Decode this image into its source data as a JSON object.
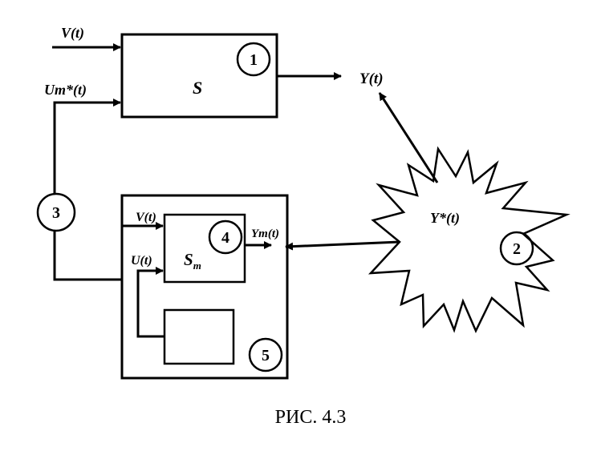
{
  "diagram": {
    "labels": {
      "v_input_top": "V(t)",
      "u_star_input": "Um*(t)",
      "y_output": "Y(t)",
      "system_s": "S",
      "y_star": "Y*(t)",
      "v_input_inner": "V(t)",
      "u_input_inner": "U(t)",
      "model_s_main": "S",
      "model_s_sub": "m",
      "ym_output": "Ym(t)"
    },
    "badges": {
      "b1": "1",
      "b2": "2",
      "b3": "3",
      "b4": "4",
      "b5": "5"
    },
    "caption": "РИС. 4.3"
  }
}
